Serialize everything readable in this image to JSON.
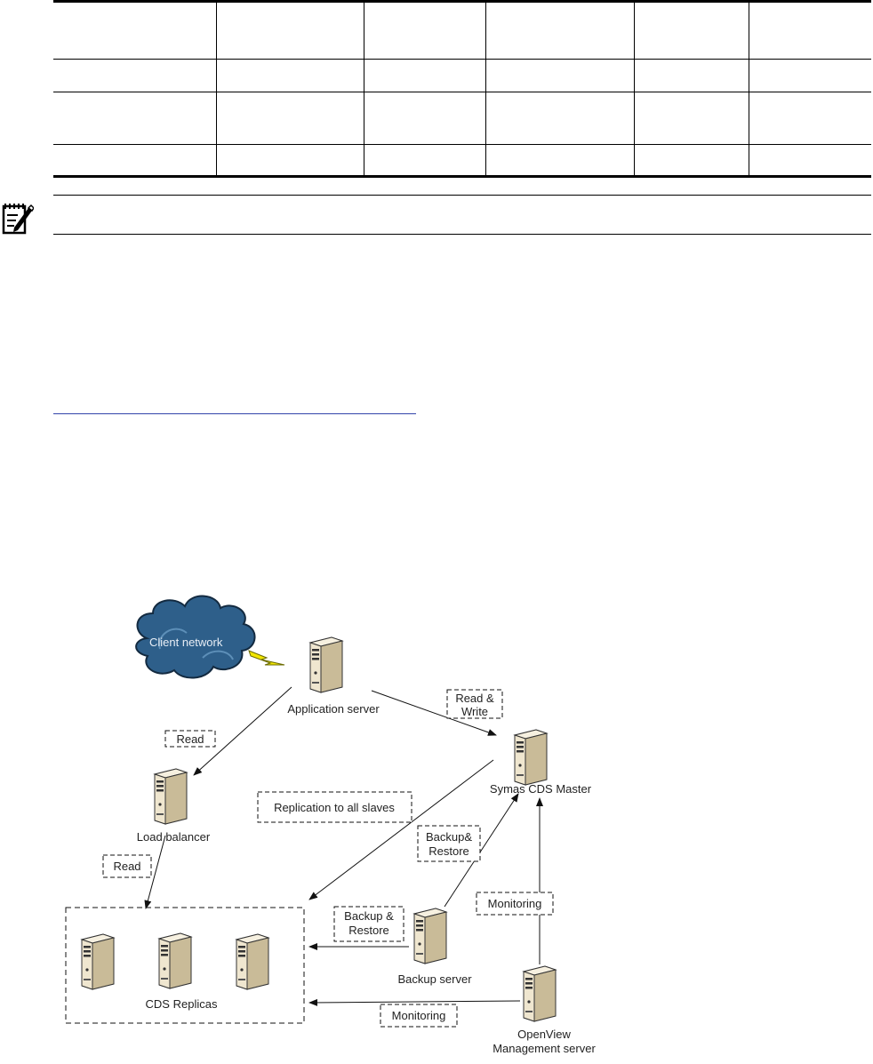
{
  "diagram": {
    "client_network": "Client network",
    "application_server": "Application server",
    "symas_master": "Symas CDS Master",
    "load_balancer": "Load balancer",
    "cds_replicas": "CDS Replicas",
    "backup_server": "Backup server",
    "openview_line1": "OpenView",
    "openview_line2": "Management server",
    "label_read_write_1": "Read &",
    "label_read_write_2": "Write",
    "label_read_1": "Read",
    "label_read_2": "Read",
    "label_replication": "Replication to all slaves",
    "label_backup_restore_upper_1": "Backup&",
    "label_backup_restore_upper_2": "Restore",
    "label_backup_restore_lower_1": "Backup &",
    "label_backup_restore_lower_2": "Restore",
    "label_monitoring_upper": "Monitoring",
    "label_monitoring_lower": "Monitoring"
  },
  "icons": {
    "note": "note-pencil-icon",
    "server": "server-tower-icon",
    "cloud": "cloud-icon",
    "lightning": "lightning-icon"
  },
  "colors": {
    "cloud": "#2e5f8a",
    "lightning": "#f2e600",
    "server_body": "#efe6cf"
  }
}
